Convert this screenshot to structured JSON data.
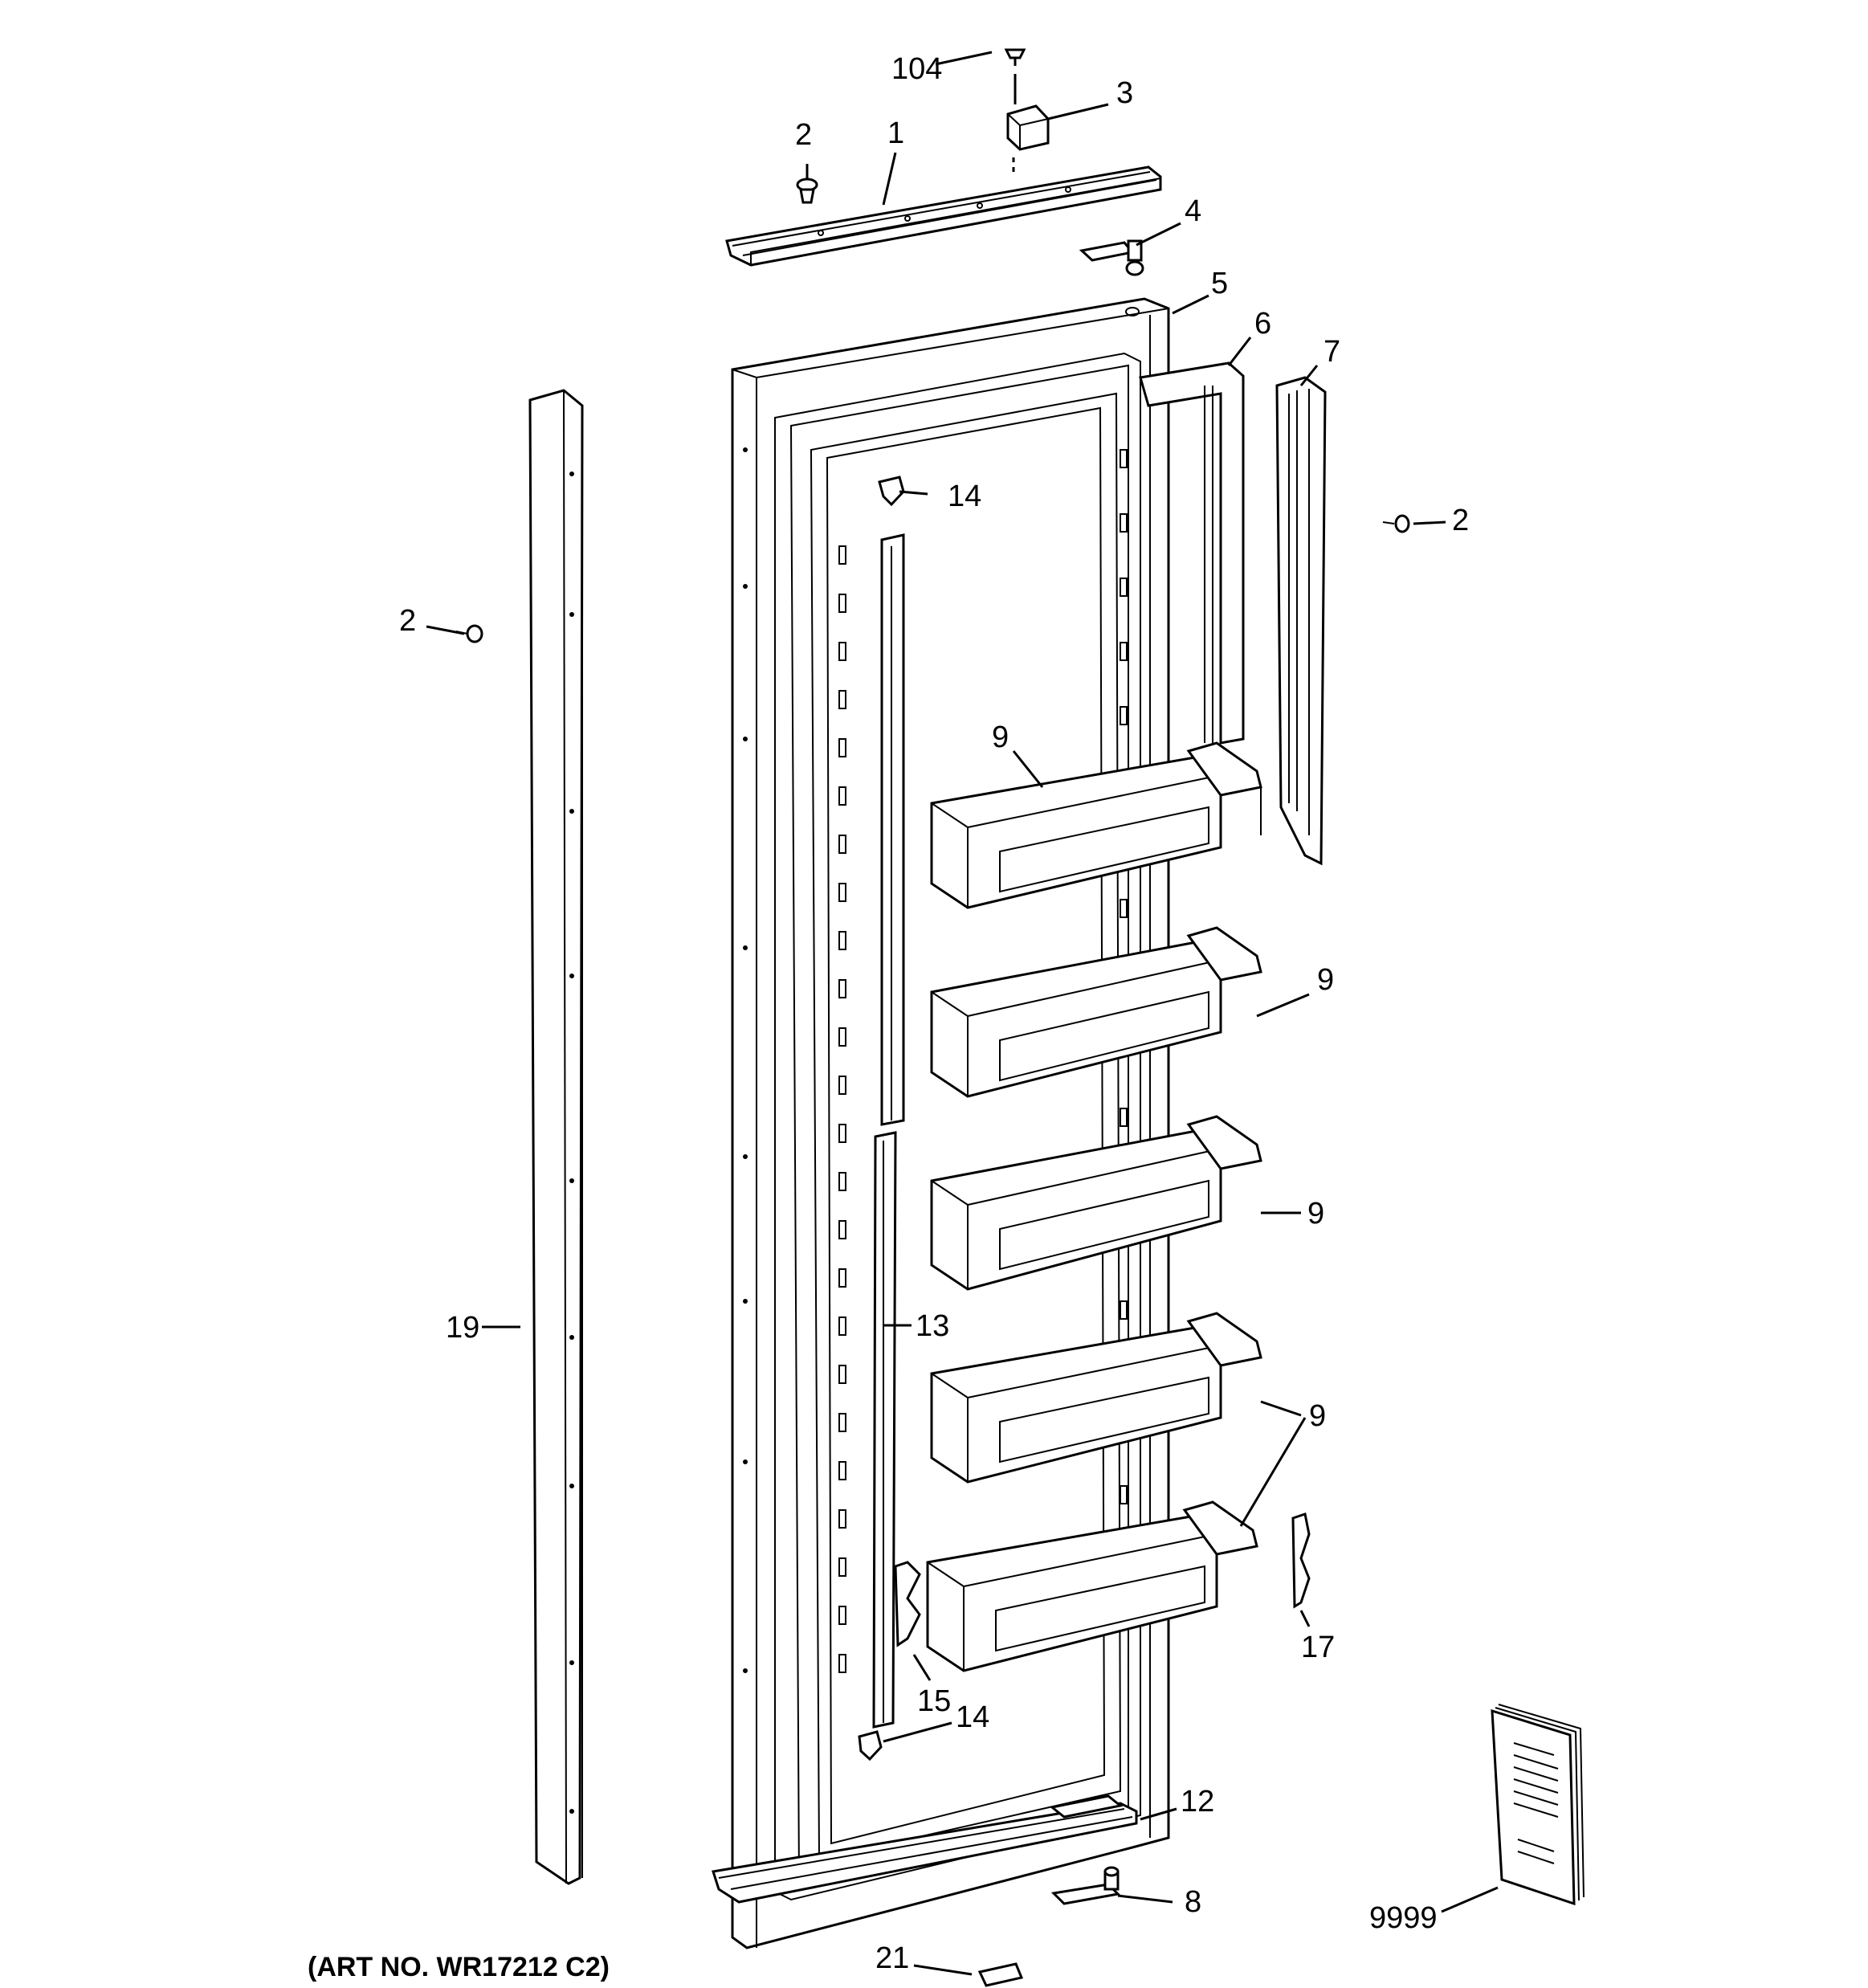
{
  "callouts": {
    "c104": "104",
    "c3": "3",
    "c2a": "2",
    "c1": "1",
    "c4": "4",
    "c5": "5",
    "c6": "6",
    "c7": "7",
    "c14a": "14",
    "c2b": "2",
    "c2c": "2",
    "c9a": "9",
    "c9b": "9",
    "c9c": "9",
    "c13": "13",
    "c19": "19",
    "c9d": "9",
    "c17": "17",
    "c15": "15",
    "c14b": "14",
    "c12": "12",
    "c8": "8",
    "c9999": "9999",
    "c21": "21"
  },
  "caption": "(ART NO. WR17212 C2)"
}
